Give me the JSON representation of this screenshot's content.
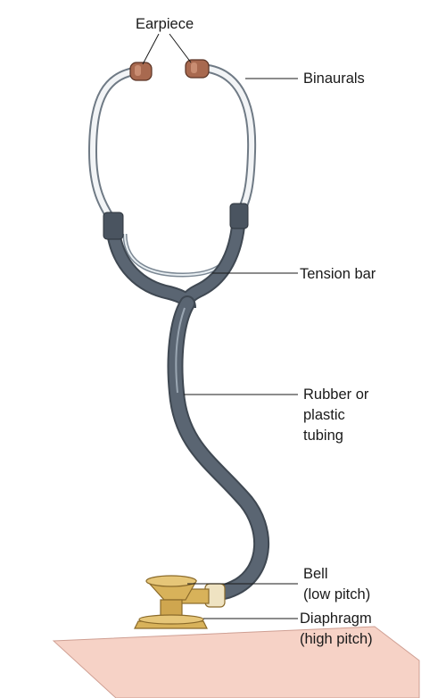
{
  "labels": {
    "earpiece": "Earpiece",
    "binaurals": "Binaurals",
    "tension_bar": "Tension bar",
    "tubing": [
      "Rubber or",
      "plastic",
      "tubing"
    ],
    "bell": [
      "Bell",
      "(low pitch)"
    ],
    "diaphragm": [
      "Diaphragm",
      "(high pitch)"
    ]
  },
  "colors": {
    "tubing": "#5a6572",
    "tubing_highlight": "#9aa6b2",
    "binaural_metal": "#f2f4f6",
    "earpiece": "#a8694f",
    "chestpiece": "#d8b25a",
    "skin": "#f6d2c6"
  }
}
